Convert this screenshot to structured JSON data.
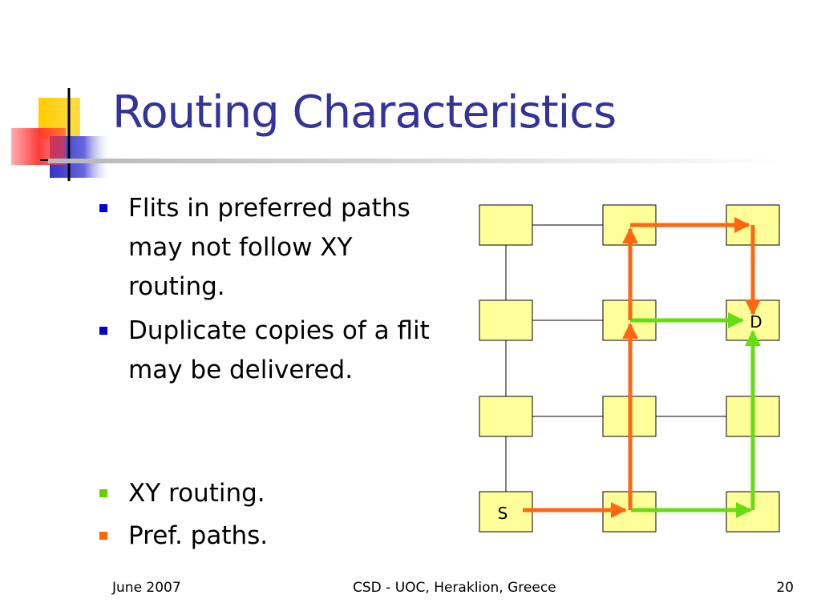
{
  "slide": {
    "title": "Routing Characteristics",
    "bullets": [
      {
        "text": "Flits in preferred paths may not follow XY routing.",
        "marker_color": "#0000cc"
      },
      {
        "text": "Duplicate copies of a flit may be delivered.",
        "marker_color": "#0000cc"
      }
    ],
    "legend": [
      {
        "text": "XY routing.",
        "marker_color": "#66cc00"
      },
      {
        "text": "Pref. paths.",
        "marker_color": "#ff6600"
      }
    ],
    "footer": {
      "date": "June 2007",
      "organization": "CSD - UOC, Heraklion, Greece",
      "page_number": "20"
    }
  },
  "diagram": {
    "rows": 4,
    "cols": 3,
    "node_fill": "#ffff99",
    "node_labels": [
      {
        "row": 1,
        "col": 2,
        "text": "D"
      },
      {
        "row": 3,
        "col": 0,
        "text": "S"
      }
    ],
    "xy_path_color": "#66dd11",
    "pref_path_color": "#ff6611"
  },
  "colors": {
    "title": "#333399",
    "deco_yellow": "#ffcc00",
    "deco_blue": "#3333cc",
    "deco_red": "#ff3333"
  }
}
